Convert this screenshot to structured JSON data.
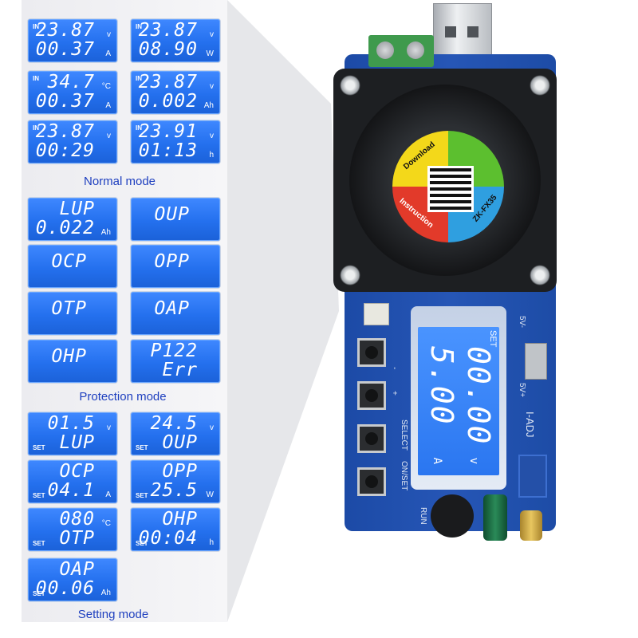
{
  "sections": {
    "normal": "Normal mode",
    "protection": "Protection mode",
    "setting": "Setting mode"
  },
  "normal_screens": [
    {
      "tag": "IN",
      "l1": "23.87",
      "u1": "v",
      "l2": "00.37",
      "u2": "A"
    },
    {
      "tag": "IN",
      "l1": "23.87",
      "u1": "v",
      "l2": "08.90",
      "u2": "W"
    },
    {
      "tag": "IN",
      "l1": "34.7",
      "u1": "°C",
      "l2": "00.37",
      "u2": "A"
    },
    {
      "tag": "IN",
      "l1": "23.87",
      "u1": "v",
      "l2": "0.002",
      "u2": "Ah"
    },
    {
      "tag": "IN",
      "l1": "23.87",
      "u1": "v",
      "l2": "00:29",
      "u2": ""
    },
    {
      "tag": "IN",
      "l1": "23.91",
      "u1": "v",
      "l2": "01:13",
      "u2": "h"
    }
  ],
  "protection_screens": [
    {
      "l1": "LUP",
      "l2": "0.022",
      "u2": "Ah"
    },
    {
      "l1": "OUP",
      "l2": "",
      "u2": ""
    },
    {
      "l1": "OCP",
      "l2": "",
      "u2": ""
    },
    {
      "l1": "OPP",
      "l2": "",
      "u2": ""
    },
    {
      "l1": "OTP",
      "l2": "",
      "u2": ""
    },
    {
      "l1": "OAP",
      "l2": "",
      "u2": ""
    },
    {
      "l1": "OHP",
      "l2": "",
      "u2": ""
    },
    {
      "l1": "P122",
      "l2": "Err",
      "u2": ""
    }
  ],
  "setting_screens": [
    {
      "tag": "SET",
      "l1": "01.5",
      "u1": "v",
      "l2": "LUP",
      "u2": ""
    },
    {
      "tag": "SET",
      "l1": "24.5",
      "u1": "v",
      "l2": "OUP",
      "u2": ""
    },
    {
      "tag": "SET",
      "l1": "OCP",
      "u1": "",
      "l2": "04.1",
      "u2": "A"
    },
    {
      "tag": "SET",
      "l1": "OPP",
      "u1": "",
      "l2": "25.5",
      "u2": "W"
    },
    {
      "tag": "SET",
      "l1": "080",
      "u1": "°C",
      "l2": "OTP",
      "u2": ""
    },
    {
      "tag": "SET",
      "l1": "OHP",
      "u1": "",
      "l2": "00:04",
      "u2": "h"
    },
    {
      "tag": "SET",
      "l1": "OAP",
      "u1": "",
      "l2": "00.06",
      "u2": "Ah"
    }
  ],
  "device": {
    "set_label": "SET",
    "line1": "00.00",
    "unit1": "v",
    "line2": "5.00",
    "unit2": "A",
    "hub_download": "Download",
    "hub_instruction": "Instruction",
    "hub_model": "ZK-FX35",
    "label_5v_minus": "5V-",
    "label_5v_plus": "5V+",
    "label_iadj": "I-ADJ",
    "label_select": "SELECT",
    "label_onset": "ON/SET",
    "label_run": "RUN",
    "label_plus": "+",
    "label_minus": "-"
  },
  "colors": {
    "lcd_blue": "#2470ee",
    "label_blue": "#1e3fbf",
    "board_blue": "#2656b6",
    "hub_yellow": "#f3d81a",
    "hub_green": "#5cbf2f",
    "hub_red": "#e23a2a",
    "hub_blue": "#2f9fe0"
  }
}
